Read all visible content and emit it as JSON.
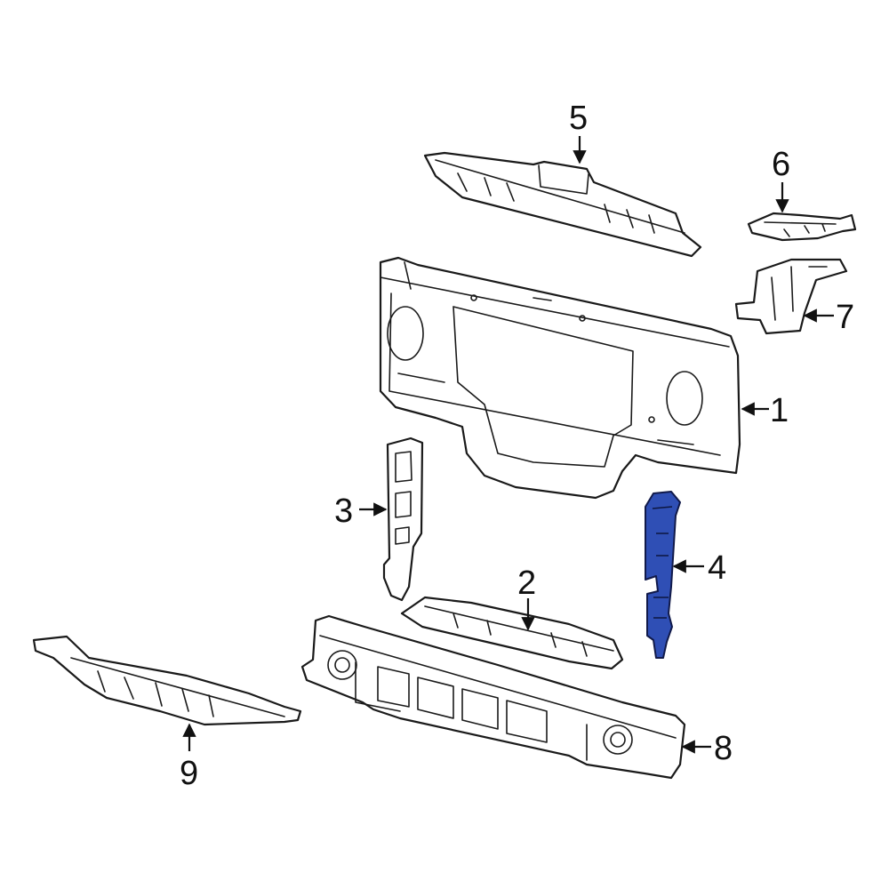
{
  "callouts": [
    {
      "id": "1",
      "label": "1"
    },
    {
      "id": "2",
      "label": "2"
    },
    {
      "id": "3",
      "label": "3"
    },
    {
      "id": "4",
      "label": "4"
    },
    {
      "id": "5",
      "label": "5"
    },
    {
      "id": "6",
      "label": "6"
    },
    {
      "id": "7",
      "label": "7"
    },
    {
      "id": "8",
      "label": "8"
    },
    {
      "id": "9",
      "label": "9"
    }
  ],
  "colors": {
    "highlight": "#2f4fb5",
    "line": "#1a1a1a",
    "background": "#ffffff"
  }
}
